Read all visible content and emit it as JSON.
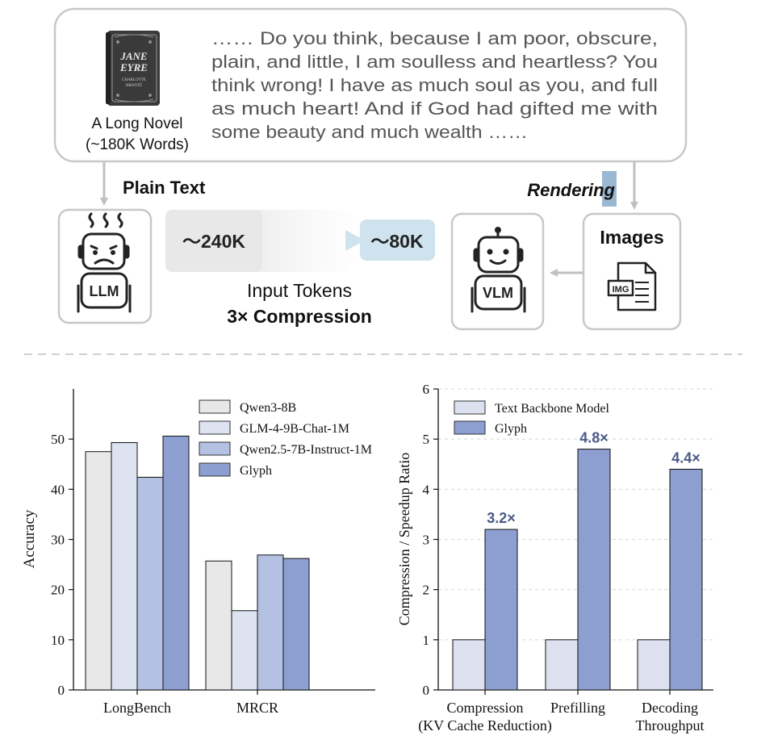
{
  "novel": {
    "cover_title_line1": "JANE",
    "cover_title_line2": "EYRE",
    "cover_author_line1": "CHARLOTTE",
    "cover_author_line2": "BRONTË",
    "label_line1": "A Long Novel",
    "label_line2": "(~180K Words)",
    "quote_lines": [
      "…… Do you think, because I am poor, obscure,",
      "plain, and little, I am soulless and heartless? You",
      "think wrong! I have as much soul as you, and full",
      "as much heart! And if God had gifted me with",
      "some beauty and much wealth ……"
    ]
  },
  "pipeline": {
    "plain_text_label": "Plain Text",
    "rendering_label": "Rendering",
    "llm_label": "LLM",
    "vlm_label": "VLM",
    "images_label": "Images",
    "img_icon_label": "IMG",
    "tokens_before": "～240K",
    "tokens_after": "～80K",
    "input_tokens_label": "Input Tokens",
    "compression_label": "3× Compression"
  },
  "colors": {
    "box_border": "#c8c8c8",
    "arrow_gray": "#c0c0c0",
    "token_before_bg": "#e8e8e8",
    "token_after_bg": "#cfe3ef",
    "rendering_highlight": "#9bb8d3",
    "qwen3": "#e8e8e8",
    "glm": "#dde3f1",
    "qwen25": "#b4c1e2",
    "glyph": "#8d9fd1",
    "text_backbone": "#dde1ef",
    "annotation": "#4a5a86"
  },
  "chart_data": [
    {
      "type": "bar",
      "categories": [
        "LongBench",
        "MRCR"
      ],
      "series": [
        {
          "name": "Qwen3-8B",
          "values": [
            47.5,
            25.7
          ]
        },
        {
          "name": "GLM-4-9B-Chat-1M",
          "values": [
            49.3,
            15.8
          ]
        },
        {
          "name": "Qwen2.5-7B-Instruct-1M",
          "values": [
            42.4,
            26.9
          ]
        },
        {
          "name": "Glyph",
          "values": [
            50.6,
            26.2
          ]
        }
      ],
      "ylabel": "Accuracy",
      "ylim": [
        0,
        60
      ],
      "yticks": [
        0,
        10,
        20,
        30,
        40,
        50
      ],
      "legend": "top-right",
      "grid": false
    },
    {
      "type": "bar",
      "categories": [
        "Compression\n(KV Cache Reduction)",
        "Prefilling",
        "Decoding\nThroughput"
      ],
      "series": [
        {
          "name": "Text Backbone Model",
          "values": [
            1,
            1,
            1
          ]
        },
        {
          "name": "Glyph",
          "values": [
            3.2,
            4.8,
            4.4
          ]
        }
      ],
      "annotations": [
        "3.2×",
        "4.8×",
        "4.4×"
      ],
      "ylabel": "Compression / Speedup Ratio",
      "ylim": [
        0,
        6
      ],
      "yticks": [
        0,
        1,
        2,
        3,
        4,
        5,
        6
      ],
      "legend": "top-left",
      "grid": "horizontal dashed"
    }
  ]
}
